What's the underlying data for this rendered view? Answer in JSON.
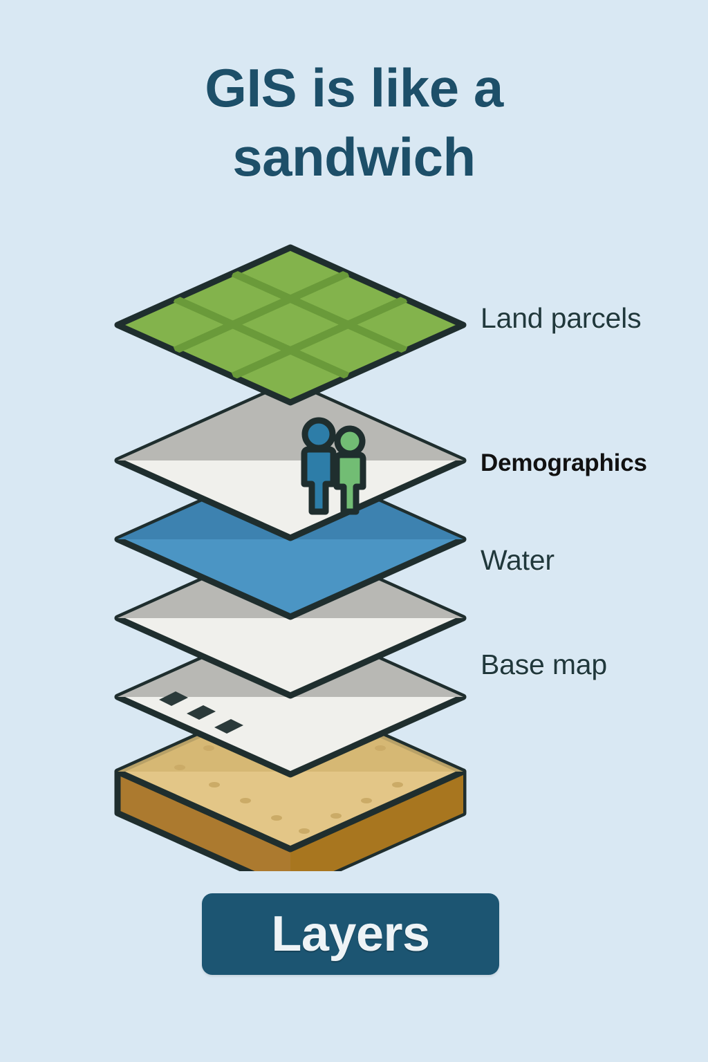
{
  "background_color": "#d9e8f3",
  "title": {
    "line1": "GIS is like a",
    "line2": "sandwich",
    "color": "#1d4f69"
  },
  "diagram": {
    "type": "exploded-isometric-layer-stack",
    "outline_color": "#1f2e2e",
    "layers": [
      {
        "id": "land-parcels",
        "label": "Land parcels",
        "label_style": "regular",
        "fill_top": "#83b34c",
        "fill_shade": "#79a844",
        "grid_line_color": "#6a9a3a",
        "grid_rows": 3,
        "grid_cols": 3,
        "order": 1
      },
      {
        "id": "demographics",
        "label": "Demographics",
        "label_style": "bold",
        "fill_top": "#f0f0ec",
        "fill_shade": "#b8b8b4",
        "order": 2,
        "figures": [
          {
            "id": "person-adult",
            "color": "#2d7da8"
          },
          {
            "id": "person-child",
            "color": "#72bd74"
          }
        ]
      },
      {
        "id": "water",
        "label": "Water",
        "label_style": "regular",
        "fill_top": "#4b95c4",
        "fill_shade": "#3d82b0",
        "order": 3
      },
      {
        "id": "base-map-mid",
        "label": "",
        "label_style": "regular",
        "fill_top": "#f0f0ec",
        "fill_shade": "#b8b8b4",
        "order": 4
      },
      {
        "id": "base-map",
        "label": "Base map",
        "label_style": "regular",
        "fill_top": "#f0f0ec",
        "fill_shade": "#b8b8b4",
        "road_dash_color": "#2b3a3a",
        "road_dash_count": 3,
        "order": 5
      },
      {
        "id": "bread-base",
        "label": "",
        "label_style": "regular",
        "fill_top": "#e3c687",
        "fill_shade": "#d4b571",
        "crust_left": "#ac7a2f",
        "crust_right": "#a8761f",
        "speckle_color": "#cbab67",
        "order": 6
      }
    ]
  },
  "button": {
    "label": "Layers",
    "background": "#1c5572",
    "text_color": "#eef3f6"
  }
}
